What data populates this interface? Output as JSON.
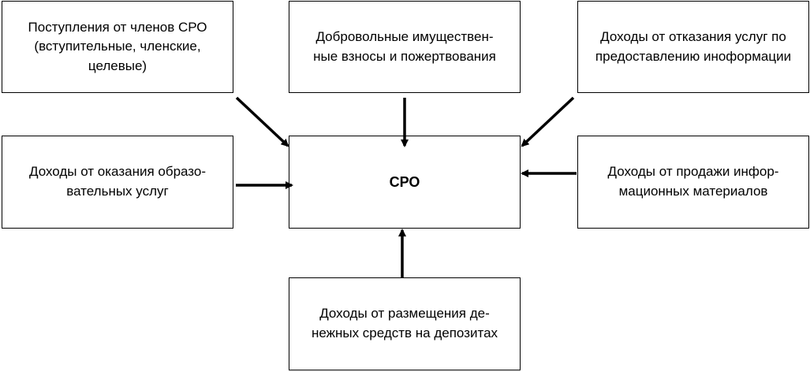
{
  "diagram": {
    "center": {
      "label": "СРО"
    },
    "sources": {
      "top_left": "Поступления от членов СРО\n(вступительные, членские,\nцелевые)",
      "top_middle": "Добровольные имуществен-\nные взносы и пожертвования",
      "top_right": "Доходы от отказания услуг по\nпредоставлению иноформации",
      "middle_left": "Доходы от оказания образо-\nвательных услуг",
      "middle_right": "Доходы от продажи инфор-\nмационных материалов",
      "bottom": "Доходы от размещения де-\nнежных средств на депозитах"
    }
  }
}
